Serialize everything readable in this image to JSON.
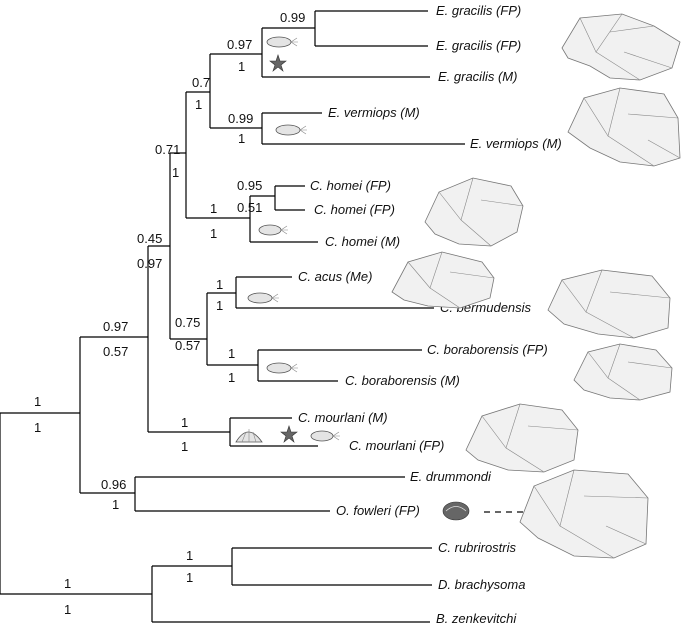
{
  "taxa": {
    "t1": "E. gracilis (FP)",
    "t2": "E. gracilis (FP)",
    "t3": "E. gracilis (M)",
    "t4": "E. vermiops (M)",
    "t5": "E. vermiops (M)",
    "t6": "C. homei (FP)",
    "t7": "C. homei (FP)",
    "t8": "C. homei (M)",
    "t9": "C. acus (Me)",
    "t10": "C. bermudensis",
    "t11": "C. boraborensis (FP)",
    "t12": "C. boraborensis (M)",
    "t13": "C. mourlani (M)",
    "t14": "C. mourlani (FP)",
    "t15": "E. drummondi",
    "t16": "O. fowleri (FP)",
    "t17": "C. rubrirostris",
    "t18": "D. brachysoma",
    "t19": "B. zenkevitchi"
  },
  "support": {
    "root_top": "1",
    "root_bot": "1",
    "n1_top": "1",
    "n1_bot": "1",
    "n2_top": "0.97",
    "n2_bot": "0.57",
    "n3_top": "0.45",
    "n3_bot": "0.97",
    "n4_top": "0.71",
    "n4_bot": "1",
    "n5_top": "0.7",
    "n5_bot": "1",
    "n6_top": "0.97",
    "n6_bot": "1",
    "n7_top": "0.99",
    "n8_top": "0.99",
    "n8_bot": "1",
    "n9_top": "1",
    "n9_bot": "1",
    "n10_top": "0.95",
    "n11_top": "0.51",
    "n12_top": "0.75",
    "n12_bot": "0.57",
    "n13_top": "1",
    "n13_bot": "1",
    "n14_top": "1",
    "n14_bot": "1",
    "n15_top": "1",
    "n15_bot": "1",
    "n16_top": "0.96",
    "n16_bot": "1",
    "n17_top": "1",
    "n17_bot": "1"
  },
  "icons": {
    "host_sea_cucumber": "sea-cucumber-icon",
    "host_sea_star": "sea-star-icon",
    "host_bivalve": "bivalve-icon",
    "fish_skull": "fish-skull-illustration"
  }
}
